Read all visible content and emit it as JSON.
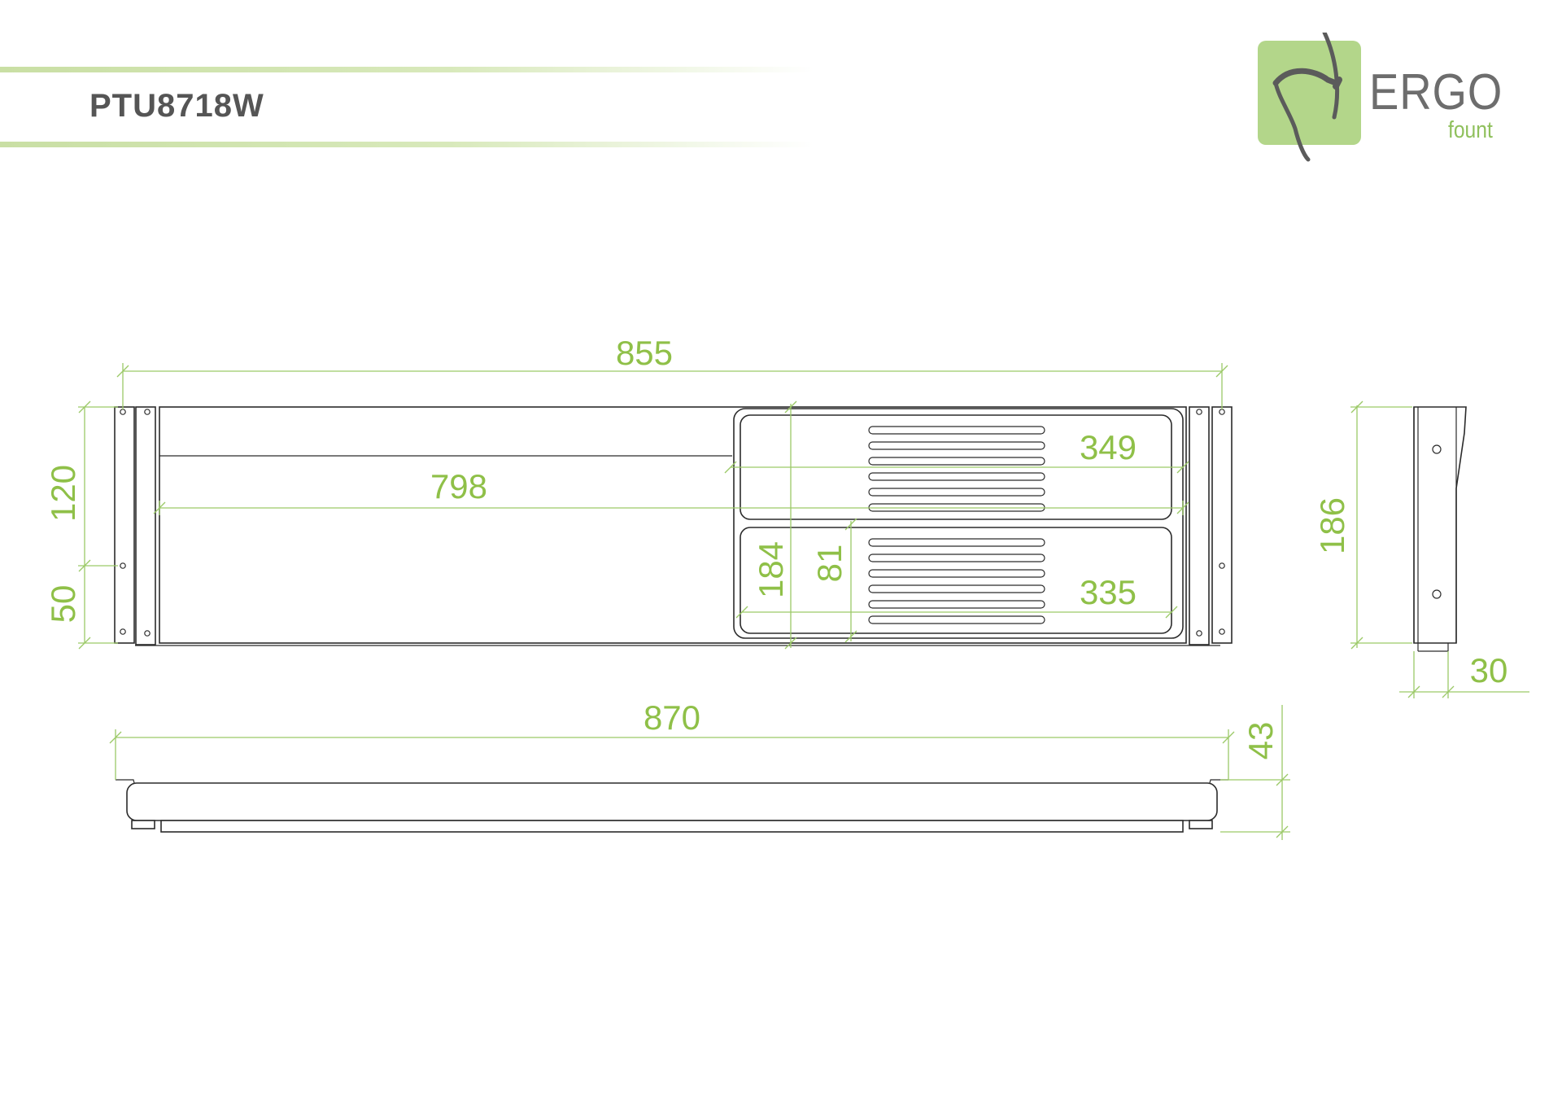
{
  "header": {
    "model": "PTU8718W"
  },
  "logo": {
    "word": "ERGO",
    "sub": "fount",
    "accent_color": "#8fc05c",
    "box_color": "#b3d68a"
  },
  "dimensions": {
    "top_width": "855",
    "inner_width": "798",
    "left_upper": "120",
    "left_lower": "50",
    "tray_depth": "184",
    "pad_height": "81",
    "upper_pad_width": "349",
    "lower_pad_width": "335",
    "side_height": "186",
    "side_depth": "30",
    "bottom_width": "870",
    "bottom_height": "43"
  },
  "colors": {
    "dimension": "#8fc048",
    "outline": "#2b2b2b"
  }
}
